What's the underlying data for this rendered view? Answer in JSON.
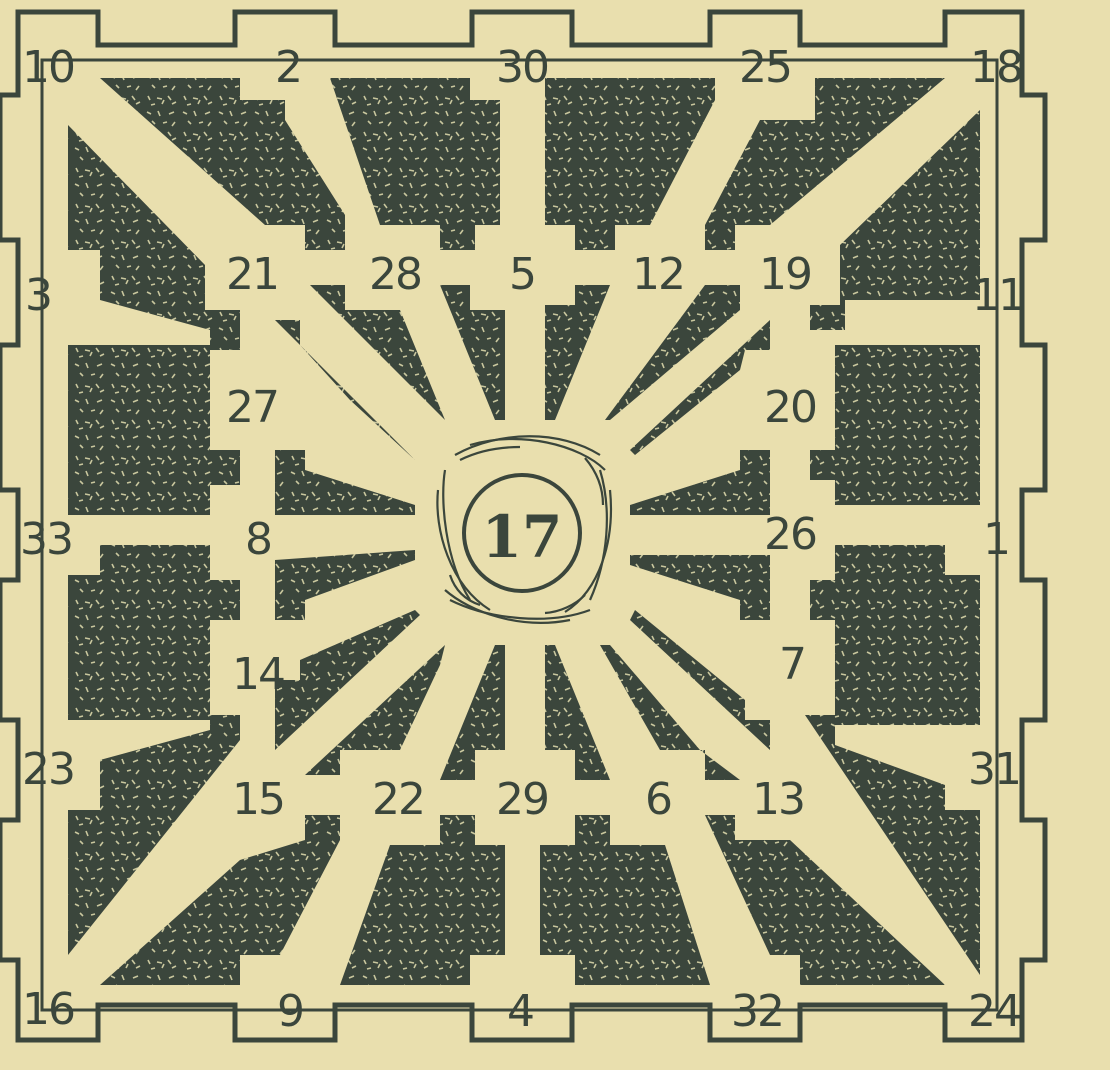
{
  "puzzle": {
    "center": "17",
    "numbers": {
      "top_left": "10",
      "top_1": "2",
      "top_2": "30",
      "top_3": "25",
      "top_right": "18",
      "left_1": "3",
      "left_2": "33",
      "left_3": "23",
      "bottom_left": "16",
      "bottom_1": "9",
      "bottom_2": "4",
      "bottom_3": "32",
      "bottom_right": "24",
      "right_1": "11",
      "right_2": "1",
      "right_3": "31",
      "inner_top_1": "21",
      "inner_top_2": "28",
      "inner_top_3": "5",
      "inner_top_4": "12",
      "inner_top_5": "19",
      "inner_left_1": "27",
      "inner_left_2": "8",
      "inner_left_3": "14",
      "inner_right_1": "20",
      "inner_right_2": "26",
      "inner_right_3": "7",
      "inner_bottom_1": "15",
      "inner_bottom_2": "22",
      "inner_bottom_3": "29",
      "inner_bottom_4": "6",
      "inner_bottom_5": "13"
    }
  },
  "colors": {
    "paper": "#e9dfae",
    "ink": "#3b463c",
    "speckle": "#c9c79e"
  }
}
